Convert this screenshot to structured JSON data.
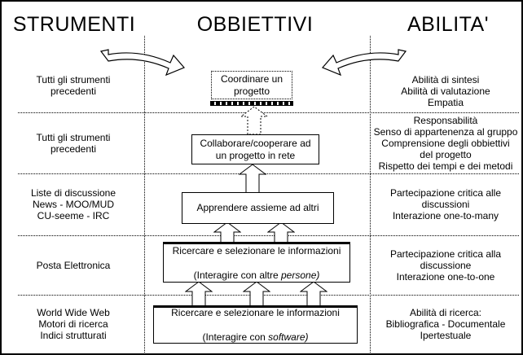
{
  "headers": {
    "strumenti": "STRUMENTI",
    "obbiettivi": "OBBIETTIVI",
    "abilita": "ABILITA'"
  },
  "strumenti_rows": [
    {
      "text": "Tutti gli strumenti\nprecedenti"
    },
    {
      "text": "Tutti gli strumenti\nprecedenti"
    },
    {
      "text": "Liste di discussione\nNews - MOO/MUD\nCU-seeme - IRC"
    },
    {
      "text": "Posta Elettronica"
    },
    {
      "text": "World Wide Web\nMotori di ricerca\nIndici strutturati"
    }
  ],
  "abilita_rows": [
    {
      "text": "Abilità di sintesi\nAbilità di valutazione\nEmpatia"
    },
    {
      "text": "Responsabilità\nSenso di appartenenza al gruppo\nComprensione degli obbiettivi\ndel progetto\nRispetto dei tempi e dei metodi"
    },
    {
      "text": "Partecipazione critica alle\ndiscussioni\nInterazione one-to-many"
    },
    {
      "text": "Partecipazione critica alla\ndiscussione\nInterazione one-to-one"
    },
    {
      "text": "Abilità di ricerca:\nBibliografica - Documentale\nIpertestuale"
    }
  ],
  "obbiettivi_boxes": {
    "coordinare": "Coordinare un\nprogetto",
    "collaborare": "Collaborare/cooperare ad\nun progetto in rete",
    "apprendere": "Apprendere assieme ad altri",
    "ricercare_persone": {
      "line1": "Ricercare e selezionare le informazioni",
      "line2_prefix": "(Interagire con altre ",
      "line2_italic": "persone",
      "line2_suffix": ")"
    },
    "ricercare_software": {
      "line1": "Ricercare e selezionare le informazioni",
      "line2_prefix": "(Interagire con ",
      "line2_italic": "software",
      "line2_suffix": ")"
    }
  },
  "colors": {
    "foreground": "#000000",
    "background": "#ffffff"
  }
}
